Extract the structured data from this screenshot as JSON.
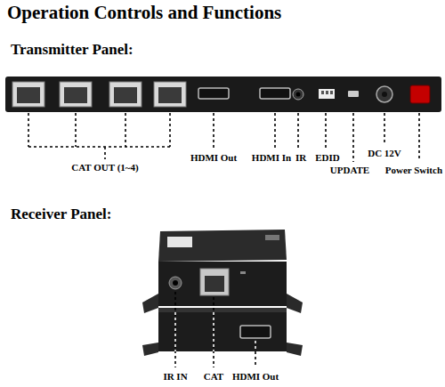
{
  "diagram": {
    "title": "Operation Controls and Functions",
    "labels": [
      "Transmitter Panel:",
      "CAT OUT (1~4)",
      "HDMI Out",
      "HDMI In",
      "IR",
      "EDID",
      "UPDATE",
      "DC 12V",
      "Power Switch",
      "Receiver Panel:",
      "IR IN",
      "CAT",
      "HDMI Out"
    ]
  }
}
